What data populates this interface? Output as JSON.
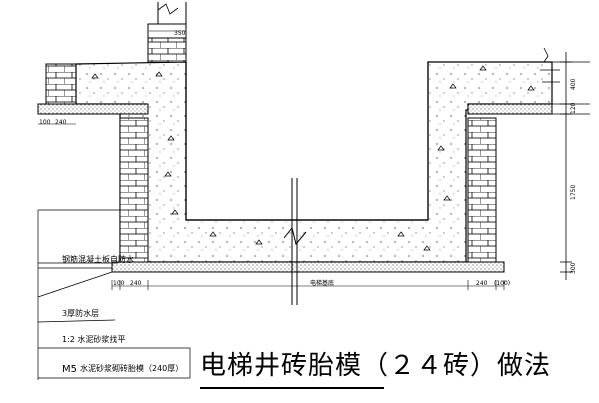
{
  "title": "电梯井砖胎模（２４砖）做法",
  "dimensions": {
    "top_wall_width": "350",
    "top_slab": "400",
    "wall_height": "1750",
    "base_slab": "300",
    "left_ledge_100": "100",
    "left_ledge_240": "240",
    "bottom_left_100": "100",
    "bottom_left_240": "240",
    "bottom_right": "240",
    "bottom_right_paren": "100",
    "right_small": "120"
  },
  "labels": {
    "center_label": "电梯基底",
    "layer_1": "钢筋混凝土板自防水",
    "layer_2": "3厚防水层",
    "layer_3": "1:2 水泥砂浆找平",
    "layer_4_prefix": "M5",
    "layer_4": "水泥砂浆砌砖胎模（240厚）"
  },
  "colors": {
    "line": "#000000",
    "concrete_fill": "#ffffff",
    "hatch": "#000000"
  }
}
